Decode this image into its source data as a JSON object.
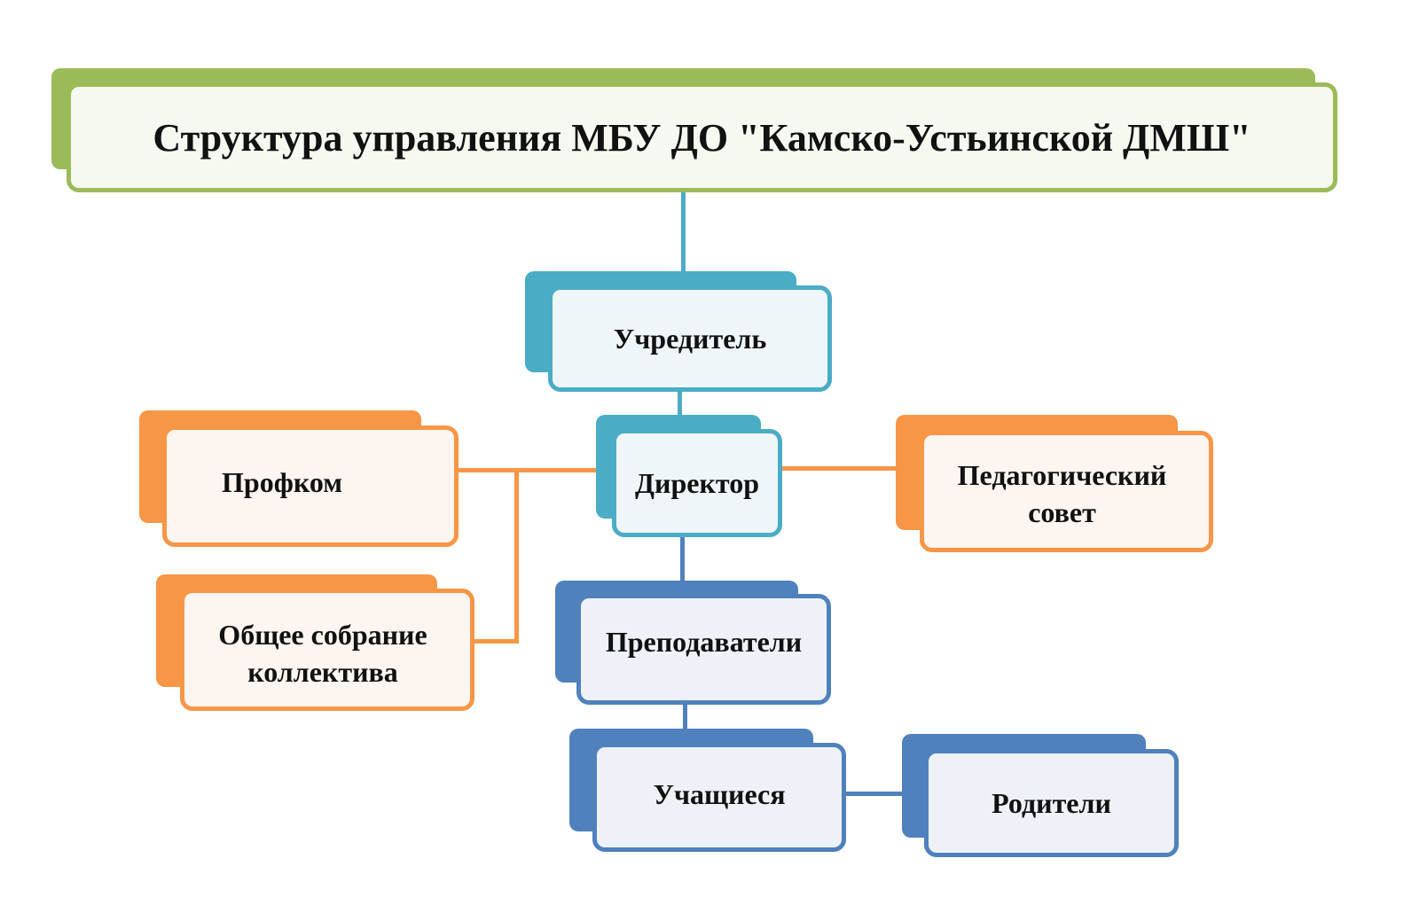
{
  "title": "Структура управления МБУ ДО \"Камско-Устьинской ДМШ\"",
  "nodes": {
    "founder": "Учредитель",
    "director": "Директор",
    "trade_union": "Профком",
    "general_meeting_line1": "Общее собрание",
    "general_meeting_line2": "коллектива",
    "ped_council_line1": "Педагогический",
    "ped_council_line2": "совет",
    "teachers": "Преподаватели",
    "students": "Учащиеся",
    "parents": "Родители"
  },
  "colors": {
    "green": "#9bbb59",
    "teal": "#4bacc6",
    "orange": "#f79646",
    "blue": "#4f81bd"
  }
}
